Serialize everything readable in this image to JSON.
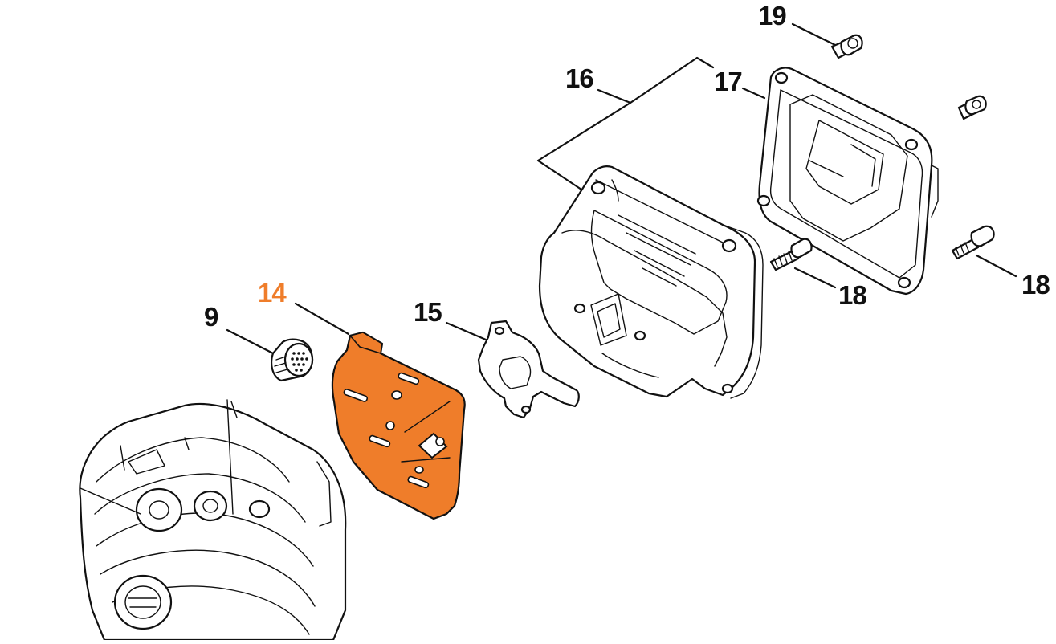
{
  "diagram": {
    "highlight_color": "#ef7d2a",
    "parts": [
      {
        "id": "9",
        "label": "9",
        "highlighted": false
      },
      {
        "id": "14",
        "label": "14",
        "highlighted": true
      },
      {
        "id": "15",
        "label": "15",
        "highlighted": false
      },
      {
        "id": "16",
        "label": "16",
        "highlighted": false
      },
      {
        "id": "17",
        "label": "17",
        "highlighted": false
      },
      {
        "id": "18a",
        "label": "18",
        "highlighted": false
      },
      {
        "id": "18b",
        "label": "18",
        "highlighted": false
      },
      {
        "id": "19",
        "label": "19",
        "highlighted": false
      }
    ]
  }
}
